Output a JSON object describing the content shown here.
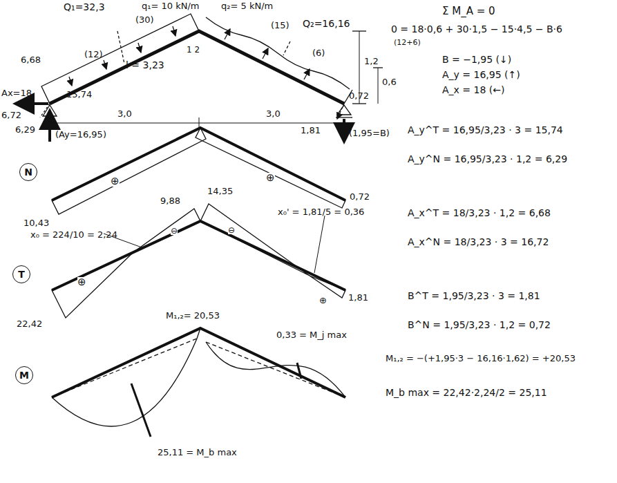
{
  "diagram": {
    "nodes": [
      {
        "text": [
          "N"
        ]
      },
      {
        "text": [
          "T"
        ]
      },
      {
        "text": [
          "M"
        ]
      }
    ],
    "labels": [
      "q₁= 10 kN/m",
      "q₂= 5 kN/m",
      "Q₁=32,3",
      "(30)",
      "(12)",
      "l = 3,23",
      "6,68",
      "Ax=18",
      "6,72",
      "6,29",
      "15,74",
      "3,0",
      "3,0",
      "(Ay=16,95)",
      "1 2",
      "1,2",
      "0,6",
      "Q₂=16,16",
      "(15)",
      "(6)",
      "0,72",
      "1,81",
      "(1,95=B)",
      "⊕",
      "⊕",
      "10,43",
      "0,72",
      "x₀ = 224/10 = 2,24",
      "9,88",
      "14,35",
      "⊖",
      "⊖",
      "⊕",
      "⊕",
      "22,42",
      "1,81",
      "x₀' = 1,81/5 = 0,36",
      "M₁,₂= 20,53",
      "0,33 = M_j max",
      "25,11 = M_b max",
      "Σ M_A = 0",
      "0 = 18·0,6 + 30·1,5 − 15·4,5 − B·6",
      "(12+6)",
      "B = −1,95 (↓)",
      "A_y = 16,95 (↑)",
      "A_x = 18 (←)",
      "A_y^T = 16,95/3,23 · 3 = 15,74",
      "A_y^N = 16,95/3,23 · 1,2 = 6,29",
      "A_x^T = 18/3,23 · 1,2 = 6,68",
      "A_x^N = 18/3,23 · 3 = 16,72",
      "B^T = 1,95/3,23 · 3 = 1,81",
      "B^N = 1,95/3,23 · 1,2 = 0,72",
      "M₁,₂ = −(+1,95·3 − 16,16·1,62) = +20,53",
      "M_b max = 22,42·2,24/2 = 25,11"
    ]
  }
}
